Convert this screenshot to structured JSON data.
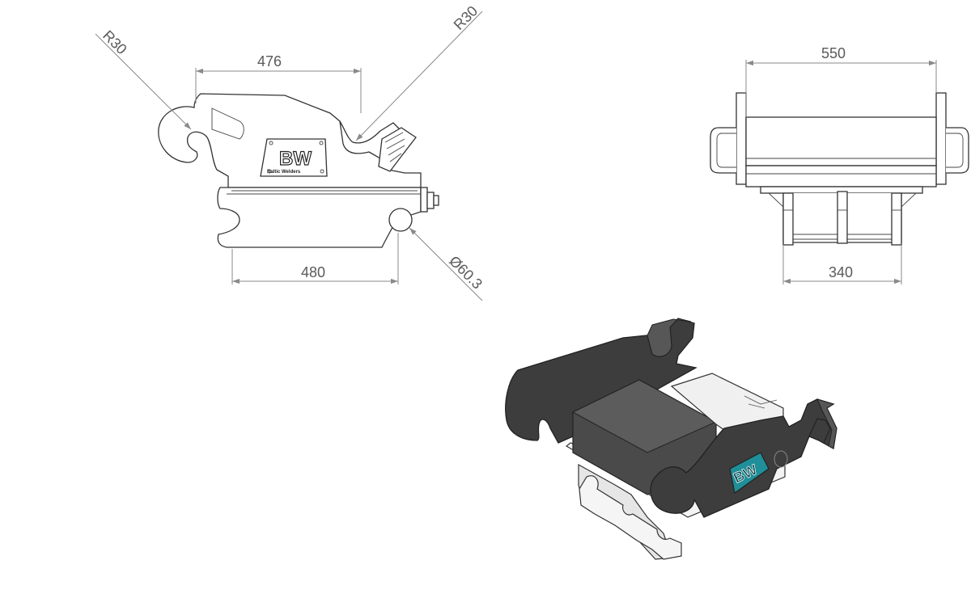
{
  "drawing": {
    "side_view": {
      "dim_top": "476",
      "dim_bottom": "480",
      "radius_left": "R30",
      "radius_right": "R30",
      "pin_diameter": "Ø60.3",
      "logo_mark": "BW",
      "logo_subtext": "Baltic Welders"
    },
    "front_view": {
      "dim_top": "550",
      "dim_bottom": "340"
    },
    "iso_view": {
      "logo_mark": "BW",
      "logo_color": "#1f8f99",
      "plate_color": "#3d3d3d"
    }
  }
}
